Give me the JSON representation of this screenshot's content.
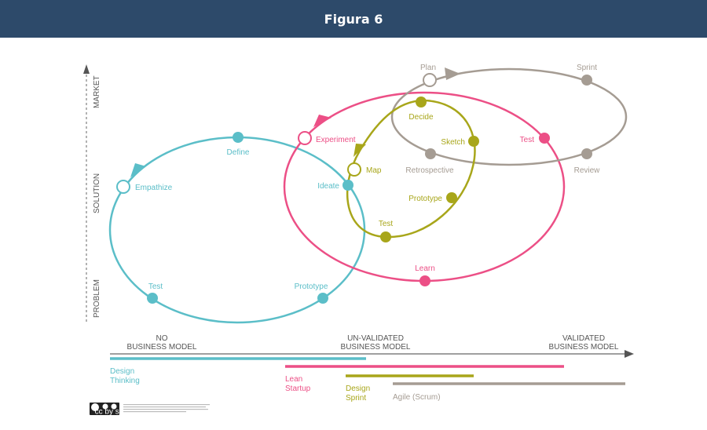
{
  "header": {
    "title": "Figura 6"
  },
  "colors": {
    "teal": "#5bbec8",
    "pink": "#ec4f86",
    "olive": "#a8a61a",
    "gray": "#a59c93",
    "header": "#2d4a6a"
  },
  "axis": {
    "y_labels": [
      "MARKET",
      "SOLUTION",
      "PROBLEM"
    ],
    "x_labels": [
      {
        "line1": "NO",
        "line2": "BUSINESS MODEL"
      },
      {
        "line1": "UN-VALIDATED",
        "line2": "BUSINESS MODEL"
      },
      {
        "line1": "VALIDATED",
        "line2": "BUSINESS MODEL"
      }
    ]
  },
  "design_thinking": {
    "nodes": [
      "Empathize",
      "Define",
      "Ideate",
      "Prototype",
      "Test"
    ]
  },
  "lean_startup": {
    "nodes": [
      "Experiment",
      "Test",
      "Learn"
    ]
  },
  "design_sprint": {
    "nodes": [
      "Map",
      "Decide",
      "Sketch",
      "Prototype",
      "Test"
    ]
  },
  "agile": {
    "nodes": [
      "Plan",
      "Sprint",
      "Review",
      "Retrospective"
    ]
  },
  "legend": {
    "design_thinking": {
      "line1": "Design",
      "line2": "Thinking"
    },
    "lean_startup": {
      "line1": "Lean",
      "line2": "Startup"
    },
    "design_sprint": {
      "line1": "Design",
      "line2": "Sprint"
    },
    "agile": "Agile (Scrum)"
  },
  "license": {
    "badge": "cc by sa"
  }
}
